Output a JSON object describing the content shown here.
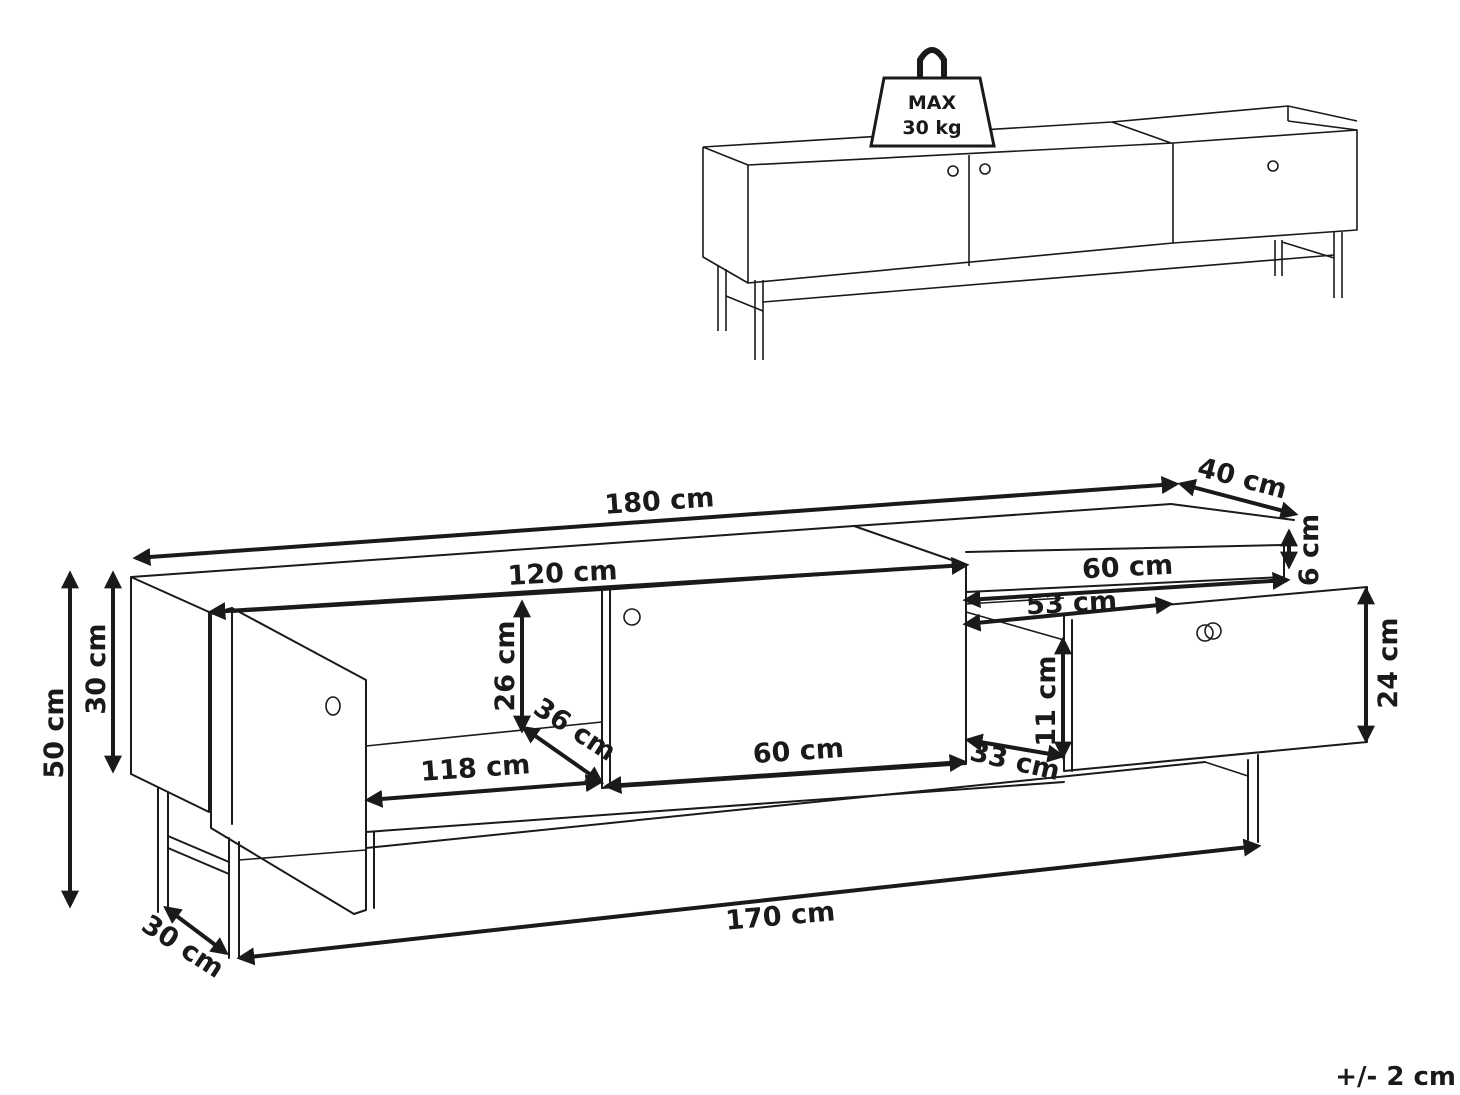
{
  "weight_badge": {
    "line1": "MAX",
    "line2": "30 kg"
  },
  "dimensions": {
    "total_width": "180 cm",
    "depth": "40 cm",
    "rail_height": "6 cm",
    "open_compartment_width": "120 cm",
    "drawer_inner_width": "60 cm",
    "drawer_front_width": "53 cm",
    "total_height": "50 cm",
    "body_height": "30 cm",
    "compartment_height": "26 cm",
    "compartment_depth": "36 cm",
    "shelf_width_left": "118 cm",
    "shelf_width_middle": "60 cm",
    "drawer_depth": "33 cm",
    "drawer_inner_height": "11 cm",
    "drawer_front_height": "24 cm",
    "leg_depth": "30 cm",
    "leg_span": "170 cm"
  },
  "tolerance": "+/- 2 cm"
}
